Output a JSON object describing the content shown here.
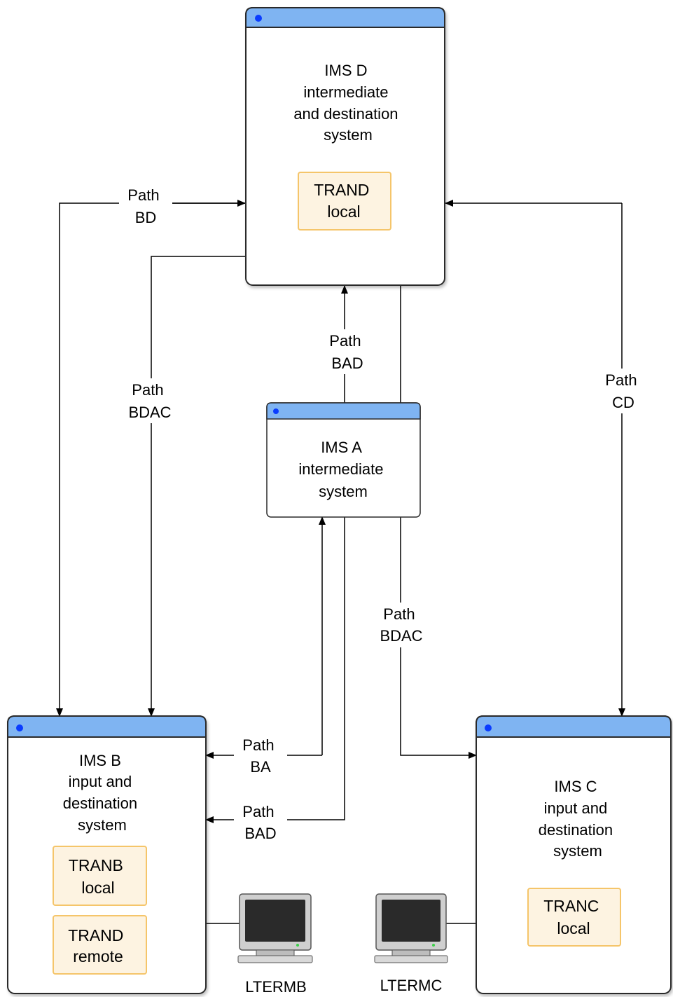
{
  "systems": {
    "imsd": {
      "lines": [
        "IMS D",
        "intermediate",
        "and destination",
        "system"
      ]
    },
    "imsa": {
      "lines": [
        "IMS A",
        "intermediate",
        "system"
      ]
    },
    "imsb": {
      "lines": [
        "IMS B",
        "input and",
        "destination",
        "system"
      ]
    },
    "imsc": {
      "lines": [
        "IMS C",
        "input and",
        "destination",
        "system"
      ]
    }
  },
  "transactions": {
    "trand_local": [
      "TRAND",
      "local"
    ],
    "tranb_local": [
      "TRANB",
      "local"
    ],
    "trand_remote": [
      "TRAND",
      "remote"
    ],
    "tranc_local": [
      "TRANC",
      "local"
    ]
  },
  "paths": {
    "bd": [
      "Path",
      "BD"
    ],
    "bdac_left": [
      "Path",
      "BDAC"
    ],
    "bad_top": [
      "Path",
      "BAD"
    ],
    "cd": [
      "Path",
      "CD"
    ],
    "bdac_right": [
      "Path",
      "BDAC"
    ],
    "ba": [
      "Path",
      "BA"
    ],
    "bad_bottom": [
      "Path",
      "BAD"
    ]
  },
  "terminals": {
    "ltermb": "LTERMB",
    "ltermc": "LTERMC"
  },
  "colors": {
    "title_bar": "#7fb4f2",
    "title_dot": "#0a3cff",
    "tran_fill": "#fdf3e1",
    "tran_stroke": "#f5c56a",
    "window_stroke": "#2a2a2a"
  }
}
